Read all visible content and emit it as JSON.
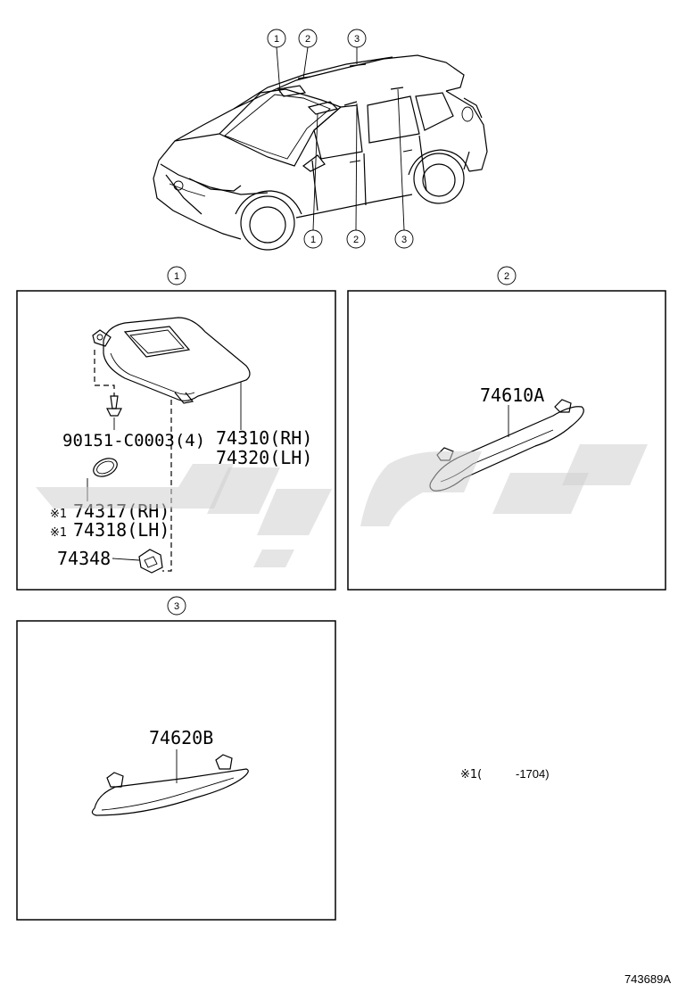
{
  "overview": {
    "top_callouts": [
      "1",
      "2",
      "3"
    ],
    "bottom_callouts": [
      "1",
      "2",
      "3"
    ]
  },
  "panel1": {
    "callout": "1",
    "labels": {
      "screw": "90151-C0003(4)",
      "visor_rh": "74310(RH)",
      "visor_lh": "74320(LH)",
      "mirror_rh_mark": "※1",
      "mirror_rh": "74317(RH)",
      "mirror_lh_mark": "※1",
      "mirror_lh": "74318(LH)",
      "holder": "74348"
    }
  },
  "panel2": {
    "callout": "2",
    "label": "74610A"
  },
  "panel3": {
    "callout": "3",
    "label": "74620B"
  },
  "footnote": {
    "mark": "※1(",
    "range": "-1704)"
  },
  "figure_code": "743689A",
  "icons": [
    "car-overview-icon",
    "sun-visor-icon",
    "assist-grip-icon",
    "screw-icon",
    "mirror-cover-icon",
    "visor-holder-icon"
  ]
}
